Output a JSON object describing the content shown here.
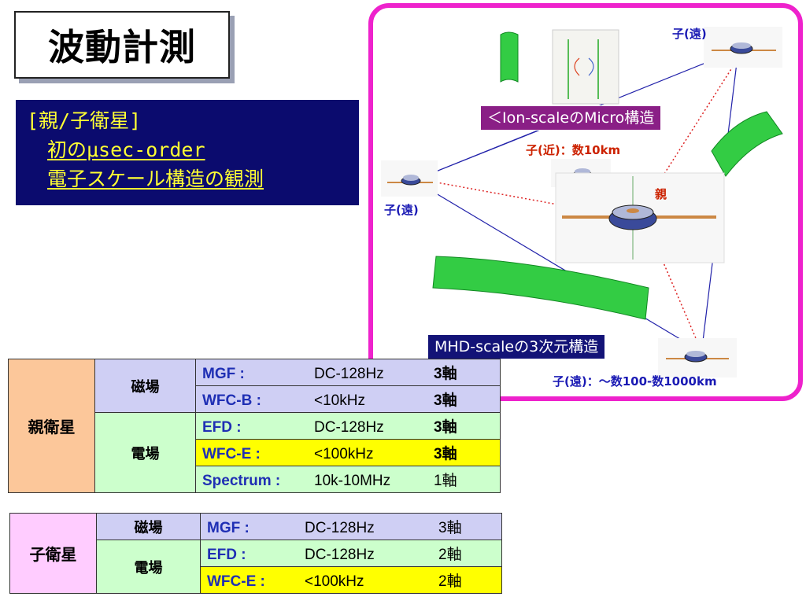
{
  "title": "波動計測",
  "intro": {
    "line1": "[親/子衛星]",
    "line2": "初のμsec-order",
    "line3": "電子スケール構造の観測"
  },
  "diagram": {
    "child_far_top": "子(遠)",
    "child_far_left": "子(遠)",
    "child_near": "子(近)：数10km",
    "parent": "親",
    "child_far_bottom": "子(遠)：～数100-数1000km",
    "banner_ion": "＜Ion-scaleのMicro構造",
    "banner_mhd": "MHD-scaleの3次元構造",
    "colors": {
      "frame": "#ee22cc",
      "wave": "#22bb33",
      "link_blue": "#2222aa",
      "link_red": "#dd2222"
    }
  },
  "parent_table": {
    "group": "親衛星",
    "rows": [
      {
        "field": "磁場",
        "inst": "MGF :",
        "range": "DC-128Hz",
        "axis": "3軸"
      },
      {
        "inst": "WFC-B :",
        "range": "<10kHz",
        "axis": "3軸"
      },
      {
        "field": "電場",
        "inst": "EFD :",
        "range": "DC-128Hz",
        "axis": "3軸"
      },
      {
        "inst": "WFC-E :",
        "range": "<100kHz",
        "axis": "3軸"
      },
      {
        "inst": "Spectrum :",
        "range": "10k-10MHz",
        "axis": "1軸"
      }
    ]
  },
  "child_table": {
    "group": "子衛星",
    "rows": [
      {
        "field": "磁場",
        "inst": "MGF :",
        "range": "DC-128Hz",
        "axis": "3軸"
      },
      {
        "field": "電場",
        "inst": "EFD :",
        "range": "DC-128Hz",
        "axis": "2軸"
      },
      {
        "inst": "WFC-E :",
        "range": "<100kHz",
        "axis": "2軸"
      }
    ]
  }
}
